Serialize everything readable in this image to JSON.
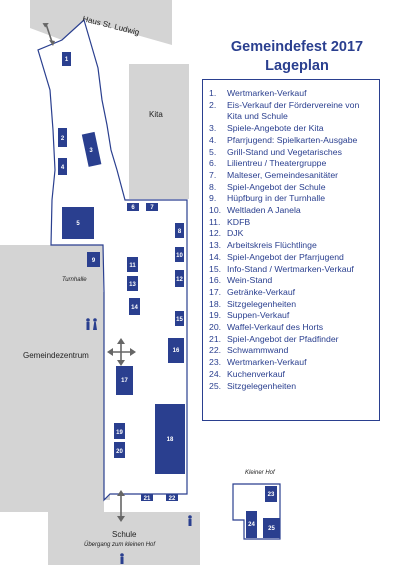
{
  "header": {
    "title_line1": "Gemeindefest 2017",
    "title_line2": "Lageplan"
  },
  "colors": {
    "booth": "#2a3f8f",
    "building": "#d4d4d4",
    "outline": "#2a3f8f",
    "title": "#2a3f8f"
  },
  "map_labels": {
    "haus": "Haus St. Ludwig",
    "kita": "Kita",
    "turnhalle": "Turnhalle",
    "gemeindezentrum": "Gemeindezentrum",
    "schule": "Schule",
    "uebergang": "Übergang zum kleinen Hof",
    "kleiner_hof": "Kleiner Hof"
  },
  "booth_numbers": {
    "b1": "1",
    "b2": "2",
    "b3": "3",
    "b4": "4",
    "b5": "5",
    "b6": "6",
    "b7": "7",
    "b8": "8",
    "b9": "9",
    "b10": "10",
    "b11": "11",
    "b12": "12",
    "b13": "13",
    "b14": "14",
    "b15": "15",
    "b16": "16",
    "b17": "17",
    "b18": "18",
    "b19": "19",
    "b20": "20",
    "b21": "21",
    "b22": "22",
    "b23": "23",
    "b24": "24",
    "b25": "25"
  },
  "icons": [
    "arrow-icon",
    "restroom-icon",
    "person-icon"
  ],
  "legend": [
    {
      "n": "1.",
      "text": "Wertmarken-Verkauf"
    },
    {
      "n": "2.",
      "text": "Eis-Verkauf der Fördervereine von Kita und Schule"
    },
    {
      "n": "3.",
      "text": "Spiele-Angebote der Kita"
    },
    {
      "n": "4.",
      "text": "Pfarrjugend: Spielkarten-Ausgabe"
    },
    {
      "n": "5.",
      "text": "Grill-Stand und Vegetarisches"
    },
    {
      "n": "6.",
      "text": "Lilientreu / Theatergruppe"
    },
    {
      "n": "7.",
      "text": "Malteser, Gemeindesanitäter"
    },
    {
      "n": "8.",
      "text": "Spiel-Angebot der Schule"
    },
    {
      "n": "9.",
      "text": "Hüpfburg in der Turnhalle"
    },
    {
      "n": "10.",
      "text": "Weltladen A Janela"
    },
    {
      "n": "11.",
      "text": "KDFB"
    },
    {
      "n": "12.",
      "text": "DJK"
    },
    {
      "n": "13.",
      "text": "Arbeitskreis Flüchtlinge"
    },
    {
      "n": "14.",
      "text": "Spiel-Angebot der Pfarrjugend"
    },
    {
      "n": "15.",
      "text": "Info-Stand / Wertmarken-Verkauf"
    },
    {
      "n": "16.",
      "text": "Wein-Stand"
    },
    {
      "n": "17.",
      "text": "Getränke-Verkauf"
    },
    {
      "n": "18.",
      "text": "Sitzgelegenheiten"
    },
    {
      "n": "19.",
      "text": "Suppen-Verkauf"
    },
    {
      "n": "20.",
      "text": "Waffel-Verkauf des Horts"
    },
    {
      "n": "21.",
      "text": "Spiel-Angebot der Pfadfinder"
    },
    {
      "n": "22.",
      "text": "Schwammwand"
    },
    {
      "n": "23.",
      "text": "Wertmarken-Verkauf"
    },
    {
      "n": "24.",
      "text": "Kuchenverkauf"
    },
    {
      "n": "25.",
      "text": "Sitzgelegenheiten"
    }
  ]
}
